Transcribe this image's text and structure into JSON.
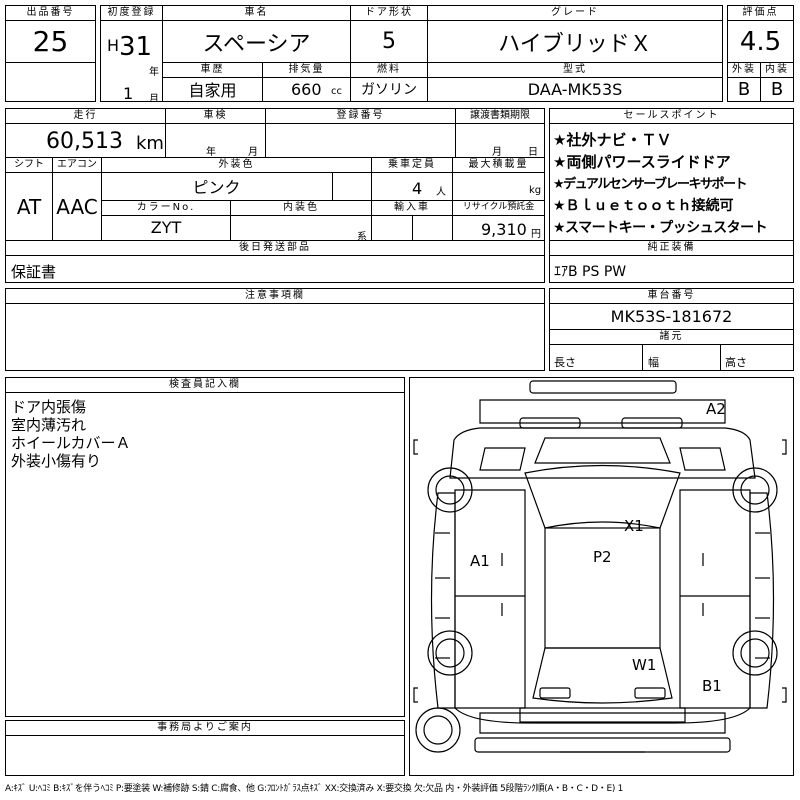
{
  "header": {
    "lot_no_label": "出品番号",
    "lot_no": "25",
    "first_reg_label": "初度登録",
    "era": "H",
    "year": "31",
    "year_unit": "年",
    "month": "1",
    "month_unit": "月",
    "car_name_label": "車名",
    "car_name": "スペーシア",
    "door_label": "ドア形状",
    "door": "5",
    "grade_label": "グレード",
    "grade": "ハイブリッドＸ",
    "score_label": "評価点",
    "score": "4.5",
    "history_label": "車歴",
    "history": "自家用",
    "displacement_label": "排気量",
    "displacement": "660",
    "displacement_unit": "cc",
    "fuel_label": "燃料",
    "fuel": "ガソリン",
    "model_label": "型式",
    "model": "DAA-MK53S",
    "ext_grade_label": "外装",
    "ext_grade": "B",
    "int_grade_label": "内装",
    "int_grade": "B"
  },
  "row2": {
    "mileage_label": "走行",
    "mileage": "60,513",
    "mileage_unit": "km",
    "inspection_label": "車検",
    "insp_year_unit": "年",
    "insp_month_unit": "月",
    "reg_no_label": "登録番号",
    "transfer_label": "譲渡書類期限",
    "transfer_month_unit": "月",
    "transfer_day_unit": "日"
  },
  "row3": {
    "shift_label": "シフト",
    "shift": "AT",
    "ac_label": "エアコン",
    "ac": "AAC",
    "ext_color_label": "外装色",
    "ext_color": "ピンク",
    "capacity_label": "乗車定員",
    "capacity": "4",
    "capacity_unit": "人",
    "load_label": "最大積載量",
    "load_unit": "kg",
    "color_no_label": "カラーNo.",
    "color_no": "ZYT",
    "int_color_label": "内装色",
    "int_color_suffix": "系",
    "import_label": "輸入車",
    "recycle_label": "リサイクル預託金",
    "recycle": "9,310",
    "recycle_unit": "円"
  },
  "sales_points": {
    "label": "セールスポイント",
    "items": [
      "★社外ナビ・ＴＶ",
      "★両側パワースライドドア",
      "★デュアルセンサーブレーキサポート",
      "★Ｂｌｕｅｔｏｏｔｈ接続可",
      "★スマートキー・プッシュスタート"
    ]
  },
  "parts": {
    "label": "後日発送部品",
    "value": "保証書"
  },
  "equipment": {
    "label": "純正装備",
    "value": "ｴｱB PS PW"
  },
  "notes": {
    "label": "注意事項欄"
  },
  "chassis": {
    "label": "車台番号",
    "value": "MK53S-181672"
  },
  "dims": {
    "label": "諸元",
    "length_label": "長さ",
    "width_label": "幅",
    "height_label": "高さ"
  },
  "inspector": {
    "label": "検査員記入欄",
    "lines": [
      "ドア内張傷",
      "室内薄汚れ",
      "ホイールカバーＡ",
      "外装小傷有り"
    ]
  },
  "office": {
    "label": "事務局よりご案内"
  },
  "diagram": {
    "marks": {
      "a2": "A2",
      "x1": "X1",
      "a1": "A1",
      "p2": "P2",
      "w1": "W1",
      "b1": "B1"
    }
  },
  "legend": "A:ｷｽﾞ U:ﾍｺﾐ B:ｷｽﾞを伴うﾍｺﾐ P:要塗装 W:補修跡 S:錆 C:腐食、他 G:ﾌﾛﾝﾄｶﾞﾗｽ点ｷｽﾞ XX:交換済み X:要交換 欠:欠品 内・外装評価 5段階ﾗﾝｸ順(A・B・C・D・E) 1"
}
